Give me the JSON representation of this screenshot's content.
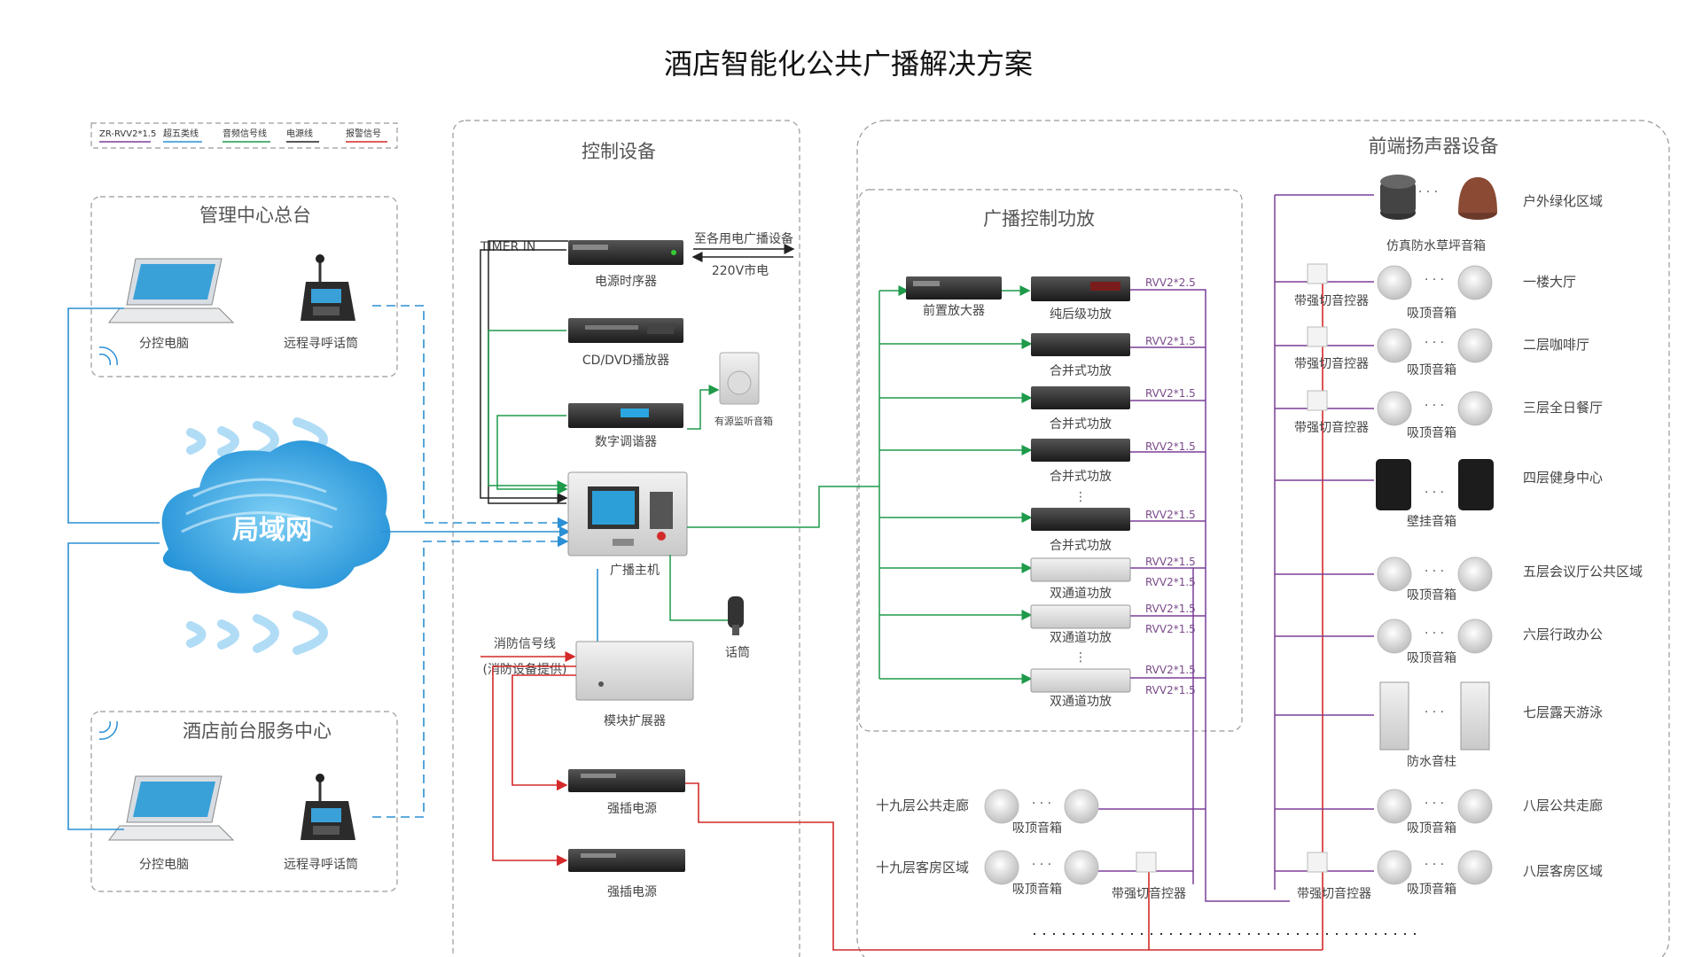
{
  "title": "酒店智能化公共广播解决方案",
  "legend": [
    {
      "label": "ZR-RVV2*1.5",
      "color": "#7b3f99"
    },
    {
      "label": "超五类线",
      "color": "#2a8fd4"
    },
    {
      "label": "音频信号线",
      "color": "#1e9a4a"
    },
    {
      "label": "电源线",
      "color": "#222222"
    },
    {
      "label": "报警信号",
      "color": "#d42a2a"
    }
  ],
  "management": {
    "title": "管理中心总台",
    "pc": "分控电脑",
    "mic": "远程寻呼话筒"
  },
  "lan": {
    "label": "局域网"
  },
  "reception": {
    "title": "酒店前台服务中心",
    "pc": "分控电脑",
    "mic": "远程寻呼话筒"
  },
  "control": {
    "title": "控制设备",
    "timer_in": "TIMER IN",
    "sequencer": "电源时序器",
    "to_devices": "至各用电广播设备",
    "mains": "220V市电",
    "dvd": "CD/DVD播放器",
    "tuner": "数字调谐器",
    "monitor": "有源监听音箱",
    "host": "广播主机",
    "mic": "话筒",
    "fire_line": "消防信号线",
    "fire_note": "(消防设备提供)",
    "expander": "模块扩展器",
    "power1": "强插电源",
    "power2": "强插电源"
  },
  "amps": {
    "title": "广播控制功放",
    "preamp": "前置放大器",
    "post_amp": "纯后级功放",
    "mixer_amp": "合并式功放",
    "dual_amp": "双通道功放",
    "cables": {
      "c25": "RVV2*2.5",
      "c15": "RVV2*1.5"
    }
  },
  "speakers": {
    "title": "前端扬声器设备",
    "lawn": "仿真防水草坪音箱",
    "ceiling": "吸顶音箱",
    "wall": "壁挂音箱",
    "column": "防水音柱",
    "controller": "带强切音控器",
    "zones": {
      "z1": "户外绿化区域",
      "z2": "一楼大厅",
      "z3": "二层咖啡厅",
      "z4": "三层全日餐厅",
      "z5": "四层健身中心",
      "z6": "五层会议厅公共区域",
      "z7": "六层行政办公",
      "z8": "七层露天游泳",
      "z9": "八层公共走廊",
      "z10": "八层客房区域",
      "z11": "十九层公共走廊",
      "z12": "十九层客房区域"
    }
  },
  "colors": {
    "purple": "#7b3f99",
    "blue": "#2a8fd4",
    "green": "#1e9a4a",
    "black": "#222222",
    "red": "#d42a2a"
  }
}
